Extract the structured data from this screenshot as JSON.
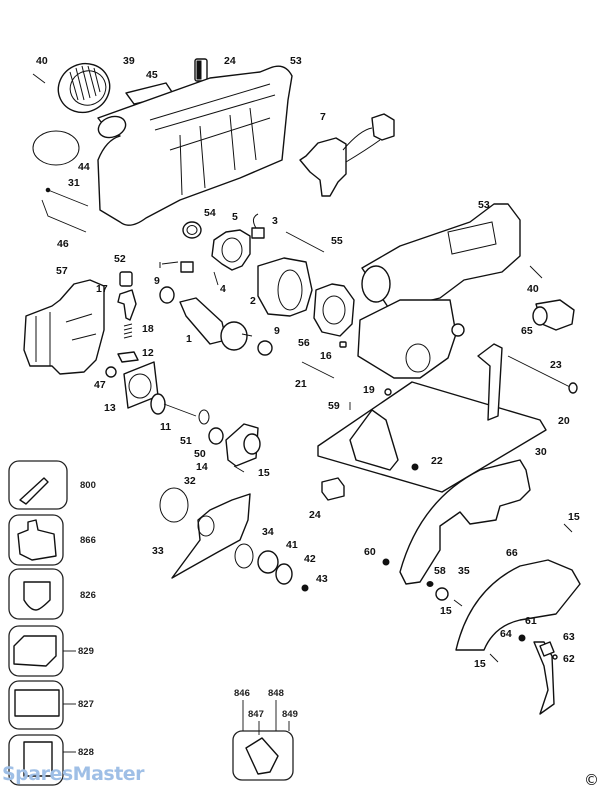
{
  "diagram": {
    "title": "Cordless circular saw exploded parts diagram",
    "labels": {
      "p40a": "40",
      "p39": "39",
      "p45": "45",
      "p24a": "24",
      "p53a": "53",
      "p44": "44",
      "p31": "31",
      "p46": "46",
      "p7": "7",
      "p54": "54",
      "p5": "5",
      "p3": "3",
      "p53b": "53",
      "p55": "55",
      "p52": "52",
      "p57": "57",
      "p17": "17",
      "p9a": "9",
      "p4": "4",
      "p2": "2",
      "p40b": "40",
      "p65": "65",
      "p18": "18",
      "p1": "1",
      "p9b": "9",
      "p56": "56",
      "p16": "16",
      "p12": "12",
      "p47": "47",
      "p21": "21",
      "p23": "23",
      "p19": "19",
      "p13": "13",
      "p59": "59",
      "p20": "20",
      "p11": "11",
      "p51": "51",
      "p50": "50",
      "p14": "14",
      "p15a": "15",
      "p22": "22",
      "p30": "30",
      "p32": "32",
      "p24b": "24",
      "p15b": "15",
      "p34": "34",
      "p33": "33",
      "p41": "41",
      "p42": "42",
      "p43": "43",
      "p60": "60",
      "p58": "58",
      "p35": "35",
      "p66": "66",
      "p15c": "15",
      "p61": "61",
      "p64": "64",
      "p63": "63",
      "p62": "62",
      "p15d": "15"
    },
    "accessories": [
      {
        "label": "800",
        "icon": "flashlight-icon"
      },
      {
        "label": "866",
        "icon": "battery-pack-icon"
      },
      {
        "label": "826",
        "icon": "charger-plug-icon"
      },
      {
        "label": "829",
        "icon": "charger-base-icon"
      },
      {
        "label": "827",
        "icon": "label-plate-icon"
      },
      {
        "label": "828",
        "icon": "manual-icon"
      }
    ],
    "kit": {
      "labels": [
        "846",
        "847",
        "848",
        "849"
      ],
      "icon": "bag-icon"
    },
    "watermark": "SparesMaster",
    "copyright": "©"
  }
}
